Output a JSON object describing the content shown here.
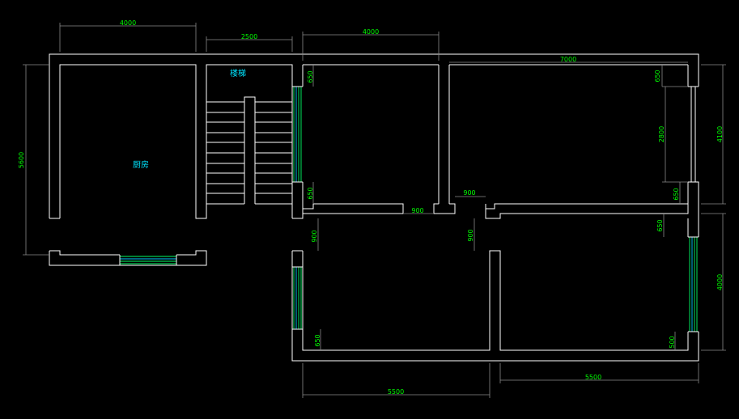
{
  "rooms": {
    "kitchen": "厨房",
    "stairs": "楼梯"
  },
  "dimensions": {
    "top_kitchen_width": "4000",
    "top_stair_width": "2500",
    "top_room_width": "4000",
    "top_right_width": "7000",
    "left_height": "5600",
    "right_top_height": "4100",
    "right_bottom_height": "4000",
    "right_window_height": "2800",
    "opening_center": "900",
    "opening_right": "900",
    "opening_left_vertical": "900",
    "opening_center_vertical": "900",
    "pier_top_left": "650",
    "pier_bottom_left": "650",
    "pier_top_right": "650",
    "pier_mid_right": "650",
    "pier_lower_right": "650",
    "pier_bottom_room": "650",
    "pier_bottom_right": "500",
    "bottom_right_width": "5500",
    "bottom_left_width": "5500"
  },
  "colors": {
    "background": "#000000",
    "wall": "#ffffff",
    "dimension_text": "#00ff00",
    "room_text": "#00e5ff",
    "window": "#00ff66"
  }
}
